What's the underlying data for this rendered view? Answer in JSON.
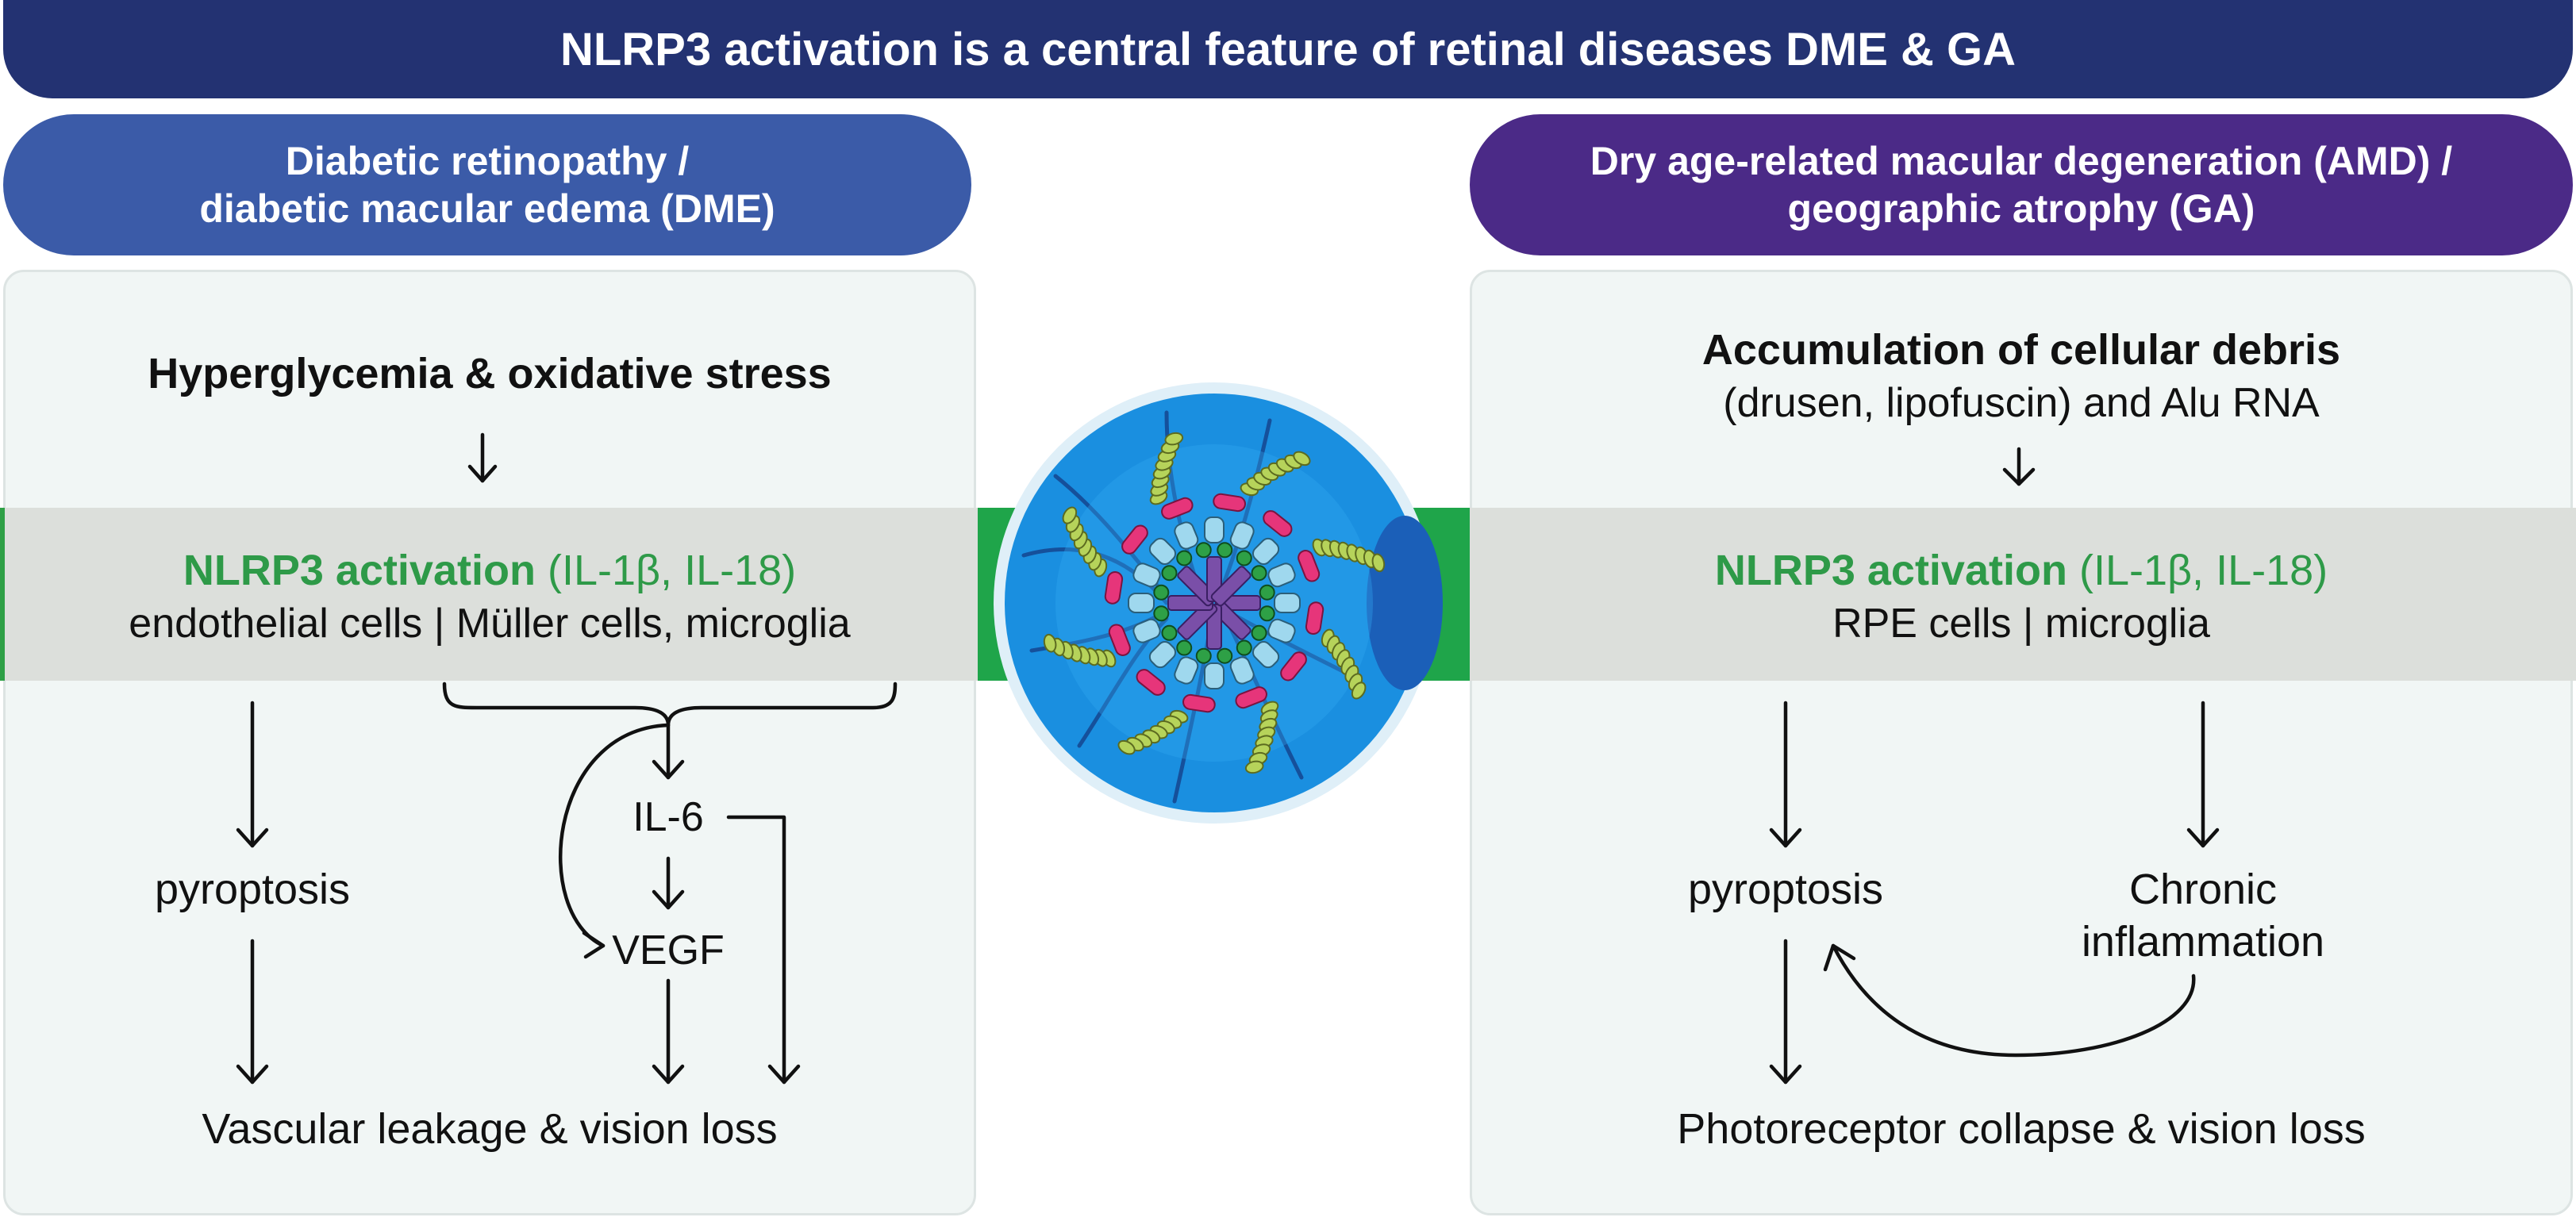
{
  "title": "NLRP3 activation is a central feature of retinal diseases DME & GA",
  "left": {
    "header_line1": "Diabetic retinopathy /",
    "header_line2": "diabetic macular edema (DME)",
    "trigger": "Hyperglycemia & oxidative stress",
    "activation": "NLRP3 activation",
    "cytokines": "(IL-1β, IL-18)",
    "cells": "endothelial cells | Müller cells, microglia",
    "pyroptosis": "pyroptosis",
    "il6": "IL-6",
    "vegf": "VEGF",
    "outcome": "Vascular leakage & vision loss"
  },
  "right": {
    "header_line1": "Dry age-related macular degeneration (AMD) /",
    "header_line2": "geographic atrophy (GA)",
    "trigger_line1": "Accumulation of cellular debris",
    "trigger_line2": "(drusen, lipofuscin) and Alu RNA",
    "activation": "NLRP3 activation",
    "cytokines": "(IL-1β, IL-18)",
    "cells": "RPE cells | microglia",
    "pyroptosis": "pyroptosis",
    "inflammation_line1": "Chronic",
    "inflammation_line2": "inflammation",
    "outcome": "Photoreceptor collapse & vision loss"
  },
  "colors": {
    "banner": "#233272",
    "left_header": "#3b5ba8",
    "right_header": "#4b2a87",
    "accent_green": "#2e9a48",
    "eye_blue": "#1a8fe0",
    "sensor": "#7a4fa8",
    "card": "#e6357a",
    "adaptor": "#9fd8ee",
    "caspase": "#b6d35a"
  },
  "icons": [
    "eye-inflammasome-icon"
  ]
}
